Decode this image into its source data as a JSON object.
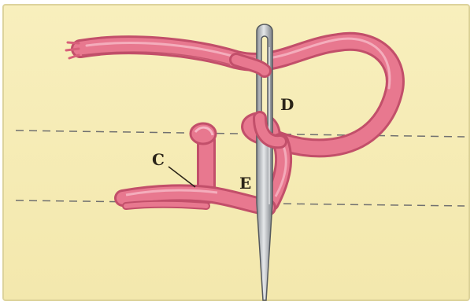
{
  "labels": {
    "c": "C",
    "d": "D",
    "e": "E"
  },
  "colors": {
    "fabric": "#f6ecb6",
    "fabric_edge": "#d9cf95",
    "thread": "#e8788f",
    "thread_shadow": "#c24f6a",
    "thread_highlight": "#f6b6c4",
    "needle": "#b9bdc2",
    "needle_dark": "#6f747a",
    "stitch_line": "#6e6e6e"
  },
  "icons": [
    "needle-icon",
    "thread-loop-icon"
  ]
}
